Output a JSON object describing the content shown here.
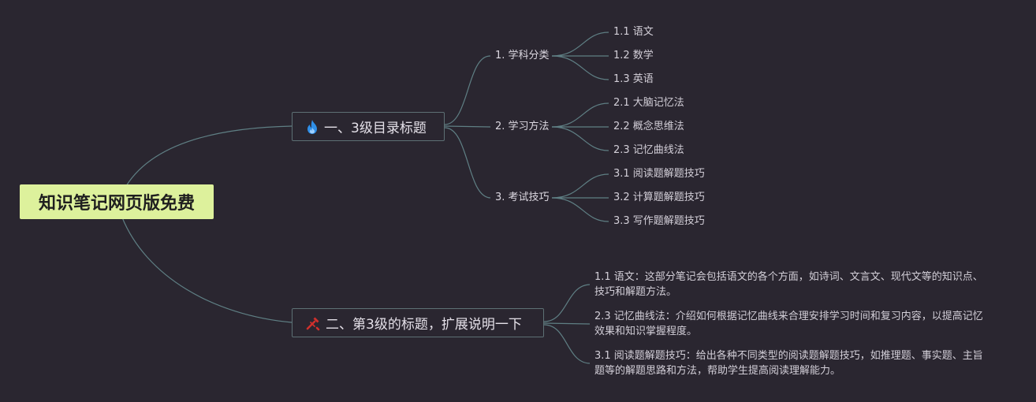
{
  "root": {
    "label": "知识笔记网页版免费"
  },
  "branch1": {
    "label": "一、3级目录标题",
    "icon": "flame-icon",
    "icon_color": "#2f8fe8",
    "children": [
      {
        "label": "1. 学科分类",
        "items": [
          "1.1 语文",
          "1.2 数学",
          "1.3 英语"
        ]
      },
      {
        "label": "2. 学习方法",
        "items": [
          "2.1 大脑记忆法",
          "2.2 概念思维法",
          "2.3 记忆曲线法"
        ]
      },
      {
        "label": "3. 考试技巧",
        "items": [
          "3.1 阅读题解题技巧",
          "3.2 计算题解题技巧",
          "3.3 写作题解题技巧"
        ]
      }
    ]
  },
  "branch2": {
    "label": "二、第3级的标题，扩展说明一下",
    "icon": "tools-icon",
    "icon_color": "#d0302c",
    "notes": [
      "1.1 语文：这部分笔记会包括语文的各个方面，如诗词、文言文、现代文等的知识点、技巧和解题方法。",
      "2.3 记忆曲线法：介绍如何根据记忆曲线来合理安排学习时间和复习内容，以提高记忆效果和知识掌握程度。",
      "3.1 阅读题解题技巧：给出各种不同类型的阅读题解题技巧，如推理题、事实题、主旨题等的解题思路和方法，帮助学生提高阅读理解能力。"
    ]
  },
  "colors": {
    "background": "#2a2630",
    "root_fill": "#ddf19c",
    "connector": "#5f7f84"
  }
}
